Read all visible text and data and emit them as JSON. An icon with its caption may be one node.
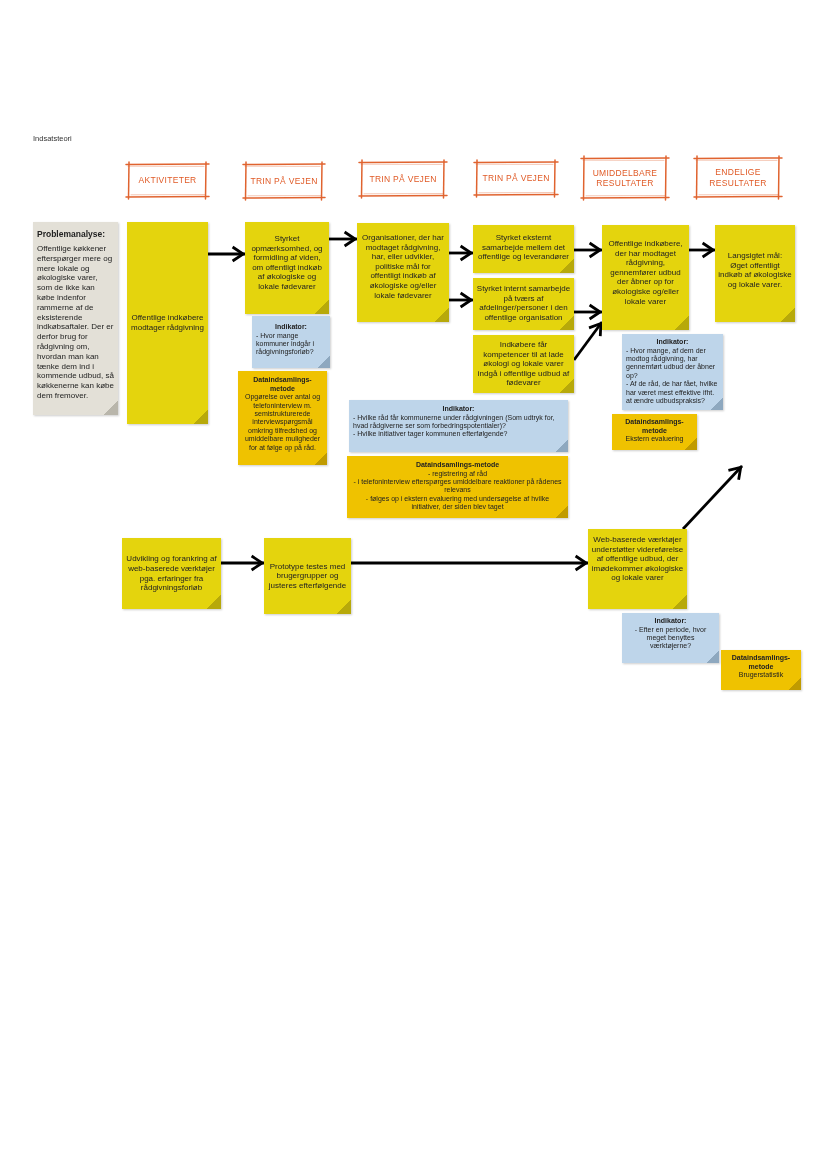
{
  "diagram": {
    "title": "Indsatsteori",
    "nodes": [
      {
        "text": [
          "AKTIVITETER"
        ]
      },
      {
        "text": [
          "TRIN PÅ VEJEN"
        ]
      },
      {
        "text": [
          "TRIN PÅ VEJEN"
        ]
      },
      {
        "text": [
          "TRIN PÅ VEJEN"
        ]
      },
      {
        "text": [
          "UMIDDELBARE RESULTATER"
        ]
      },
      {
        "text": [
          "ENDELIGE RESULTATER"
        ]
      },
      {
        "text": [
          "Problemanalyse:",
          "Offentlige køkkener efterspørger mere og mere lokale og økologiske varer, som de ikke kan købe indenfor rammerne af de eksisterende indkøbsaftaler. Der er derfor brug for rådgivning om, hvordan man kan tænke dem ind i kommende udbud, så køkkenerne kan købe dem fremover."
        ]
      },
      {
        "text": [
          "Offentlige indkøbere modtager rådgivning"
        ]
      },
      {
        "text": [
          "Styrket opmærksomhed, og formidling af viden, om offentligt indkøb af økologiske og lokale fødevarer"
        ]
      },
      {
        "text": [
          "Indikator:",
          "- Hvor mange kommuner indgår i rådgivningsforløb?"
        ]
      },
      {
        "text": [
          "Dataindsamlings-metode",
          "Opgørelse over antal og telefoninterview m. semistrukturerede interviewspørgsmål omkring tilfredshed og umiddelbare muligheder for at følge op på råd."
        ]
      },
      {
        "text": [
          "Organisationer, der har modtaget rådgivning, har, eller udvikler, politiske mål for offentligt indkøb af økologiske og/eller lokale fødevarer"
        ]
      },
      {
        "text": [
          "Styrket eksternt samarbejde mellem det offentlige og leverandører"
        ]
      },
      {
        "text": [
          "Styrket internt samarbejde på tværs af afdelinger/personer i den offentlige organisation"
        ]
      },
      {
        "text": [
          "Indkøbere får kompetencer til at lade økologi og lokale varer indgå i offentlige udbud af fødevarer"
        ]
      },
      {
        "text": [
          "Indikator:",
          "- Hvilke råd får kommunerne under rådgivningen (Som udtryk for, hvad rådgiverne ser som forbedringspotentialer)?",
          "- Hvilke initiativer tager kommunen efterfølgende?"
        ]
      },
      {
        "text": [
          "Dataindsamlings-metode",
          "- registrering af råd",
          "- i telefoninterview efterspørges umiddelbare reaktioner på rådenes relevans",
          "- følges op i ekstern evaluering med undersøgelse af hvilke initiativer, der siden blev taget"
        ]
      },
      {
        "text": [
          "Offentlige indkøbere, der har modtaget rådgivning, gennemfører udbud der åbner op for økologiske og/eller lokale varer"
        ]
      },
      {
        "text": [
          "Indikator:",
          "- Hvor mange, af dem der modtog rådgivning, har gennemført udbud der åbner op?",
          "- Af de råd, de har fået, hvilke har været mest effektive ifht. at ændre udbudspraksis?"
        ]
      },
      {
        "text": [
          "Dataindsamlings-metode",
          "Ekstern evaluering"
        ]
      },
      {
        "text": [
          "Langsigtet mål:",
          "Øget offentligt indkøb af økologiske og lokale varer."
        ]
      },
      {
        "text": [
          "Udvikling og forankring af web-baserede værktøjer pga. erfaringer fra rådgivningsforløb"
        ]
      },
      {
        "text": [
          "Prototype testes med brugergrupper og justeres efterfølgende"
        ]
      },
      {
        "text": [
          "Web-baserede værktøjer understøtter videreførelse af offentlige udbud, der imødekommer økologiske og lokale varer"
        ]
      },
      {
        "text": [
          "Indikator:",
          "- Efter en periode, hvor meget benyttes værktøjerne?"
        ]
      },
      {
        "text": [
          "Dataindsamlings-metode",
          "Brugerstatistik"
        ]
      }
    ],
    "edges": [
      {
        "from": 7,
        "to": 8,
        "arrow": "to"
      },
      {
        "from": 8,
        "to": 11,
        "arrow": "to"
      },
      {
        "from": 11,
        "to": 12,
        "arrow": "to"
      },
      {
        "from": 11,
        "to": 13,
        "arrow": "to"
      },
      {
        "from": 12,
        "to": 17,
        "arrow": "to"
      },
      {
        "from": 13,
        "to": 17,
        "arrow": "to"
      },
      {
        "from": 14,
        "to": 17,
        "arrow": "to"
      },
      {
        "from": 17,
        "to": 20,
        "arrow": "to"
      },
      {
        "from": 21,
        "to": 22,
        "arrow": "to"
      },
      {
        "from": 22,
        "to": 23,
        "arrow": "to"
      },
      {
        "from": 23,
        "to": null,
        "arrow": "to"
      }
    ]
  }
}
